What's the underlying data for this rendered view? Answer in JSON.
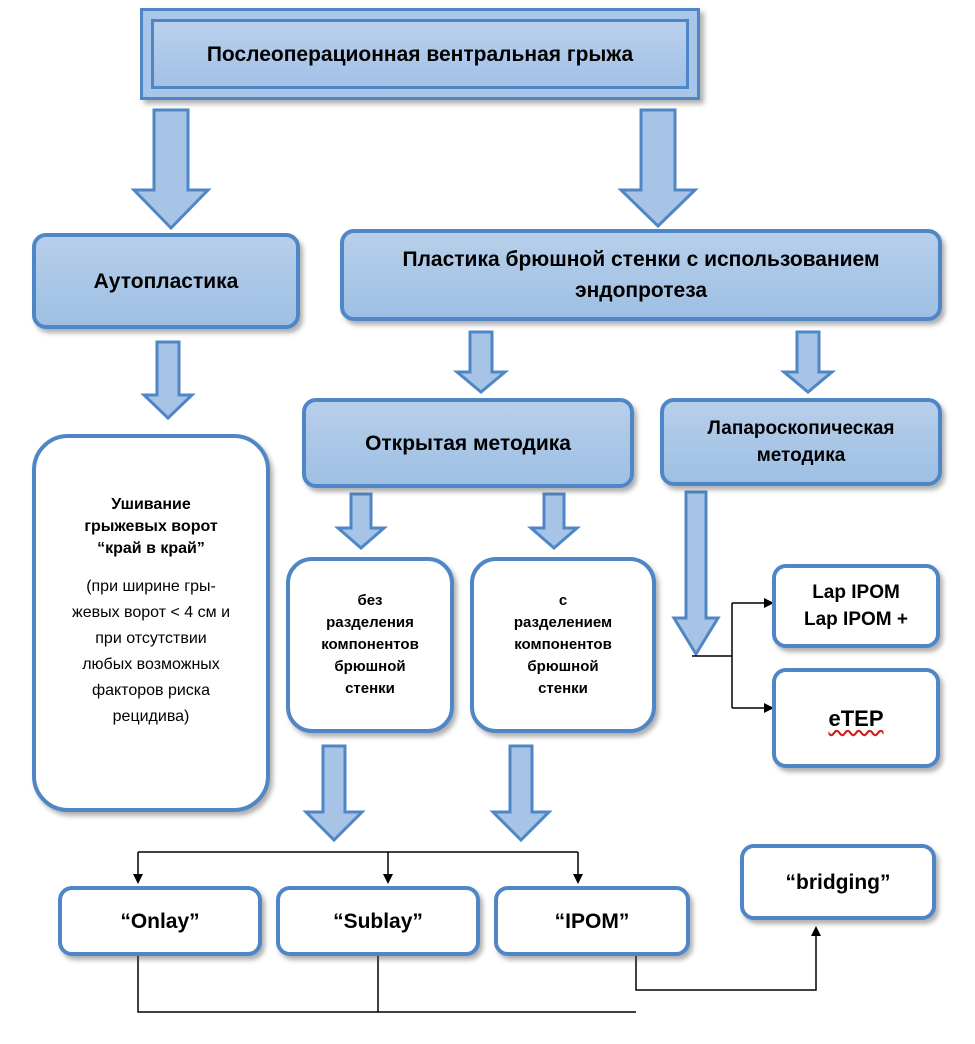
{
  "diagram": {
    "title": "Послеоперационная вентральная грыжа",
    "autoplasty": "Аутопластика",
    "mesh_repair": {
      "line1": "Пластика брюшной стенки с использованием",
      "line2": "эндопротеза"
    },
    "open_method": "Открытая методика",
    "lap_method": {
      "line1": "Лапароскопическая",
      "line2": "методика"
    },
    "suture": {
      "heading": [
        "Ушивание",
        "грыжевых ворот",
        "“край в край”"
      ],
      "note": [
        "(при ширине гры-",
        "жевых ворот < 4 см и",
        "при отсутствии",
        "любых возможных",
        "факторов риска",
        "рецидива)"
      ]
    },
    "without_separation": [
      "без",
      "разделения",
      "компонентов",
      "брюшной",
      "стенки"
    ],
    "with_separation": [
      "с",
      "разделением",
      "компонентов",
      "брюшной",
      "стенки"
    ],
    "lap_ipom": [
      "Lap IPOM",
      "Lap IPOM +"
    ],
    "etep": "eTEP",
    "onlay": "“Onlay”",
    "sublay": "“Sublay”",
    "ipom": "“IPOM”",
    "bridging": "“bridging”"
  },
  "colors": {
    "fill": "#a9c6e8",
    "border": "#4f86c6",
    "arrow_fill": "#a7c4e7"
  }
}
